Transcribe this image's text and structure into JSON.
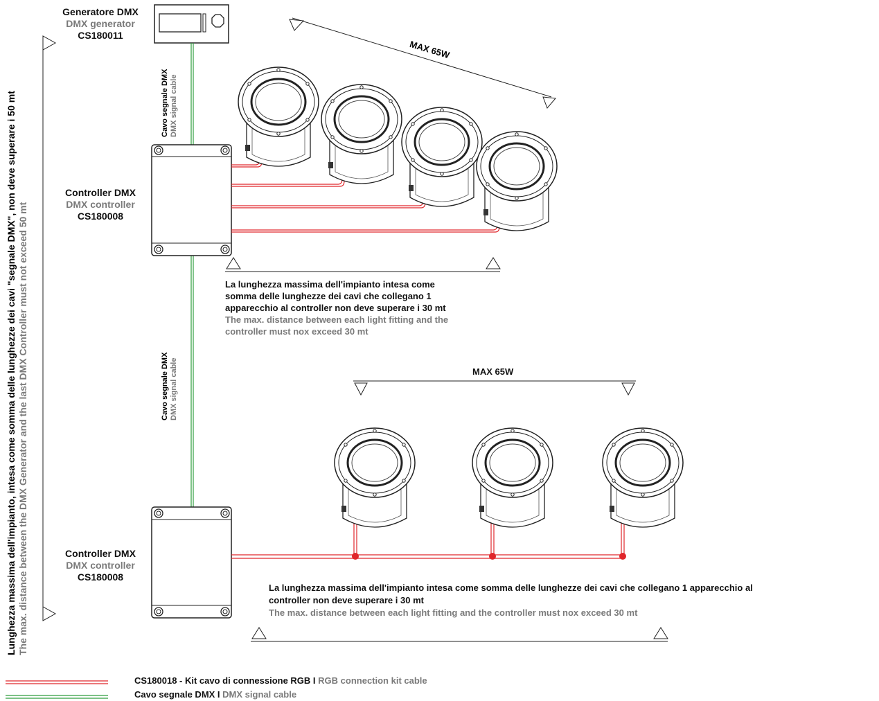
{
  "dmx_generator": {
    "title_it": "Generatore DMX",
    "title_en": "DMX generator",
    "code": "CS180011"
  },
  "controller_top": {
    "title_it": "Controller DMX",
    "title_en": "DMX controller",
    "code": "CS180008"
  },
  "controller_bottom": {
    "title_it": "Controller DMX",
    "title_en": "DMX controller",
    "code": "CS180008"
  },
  "signal_cable_label": {
    "it": "Cavo segnale DMX",
    "en": "DMX signal cable"
  },
  "max_power_label": "MAX 65W",
  "system_length_note": {
    "it": "Lunghezza massima dell'impianto, intesa come somma delle lunghezze dei cavi \"segnale DMX\", non deve superare i 50 mt",
    "en": "The max. distance between the DMX Generator and the last DMX Controller must not exceed 50 mt"
  },
  "top_distance_note": {
    "it_lines": [
      "La lunghezza massima dell'impianto intesa come",
      "somma delle lunghezze dei cavi che collegano 1",
      "apparecchio al controller non deve superare i 30 mt"
    ],
    "en_lines": [
      "The max. distance between each light fitting and the",
      "controller must nox exceed 30 mt"
    ]
  },
  "bottom_distance_note": {
    "it_lines": [
      "La lunghezza massima dell'impianto intesa come somma delle lunghezze dei cavi che collegano 1 apparecchio al",
      "controller non deve superare i 30 mt"
    ],
    "en": "The max. distance between each light fitting and the controller must nox exceed 30 mt"
  },
  "legend": {
    "rgb_cable": {
      "prefix": "CS180018 - Kit cavo di connessione RGB I ",
      "suffix": "RGB connection kit cable",
      "color": "#e0262b"
    },
    "dmx_cable": {
      "prefix": "Cavo segnale DMX I ",
      "suffix": "DMX signal cable",
      "color": "#2e9e3e"
    }
  },
  "colors": {
    "rgb_cable": "#e0262b",
    "dmx_cable": "#2e9e3e",
    "label_gray": "#7a7a7a",
    "outline": "#222222"
  },
  "fixtures_top_group_count": 4,
  "fixtures_bottom_group_count": 3
}
